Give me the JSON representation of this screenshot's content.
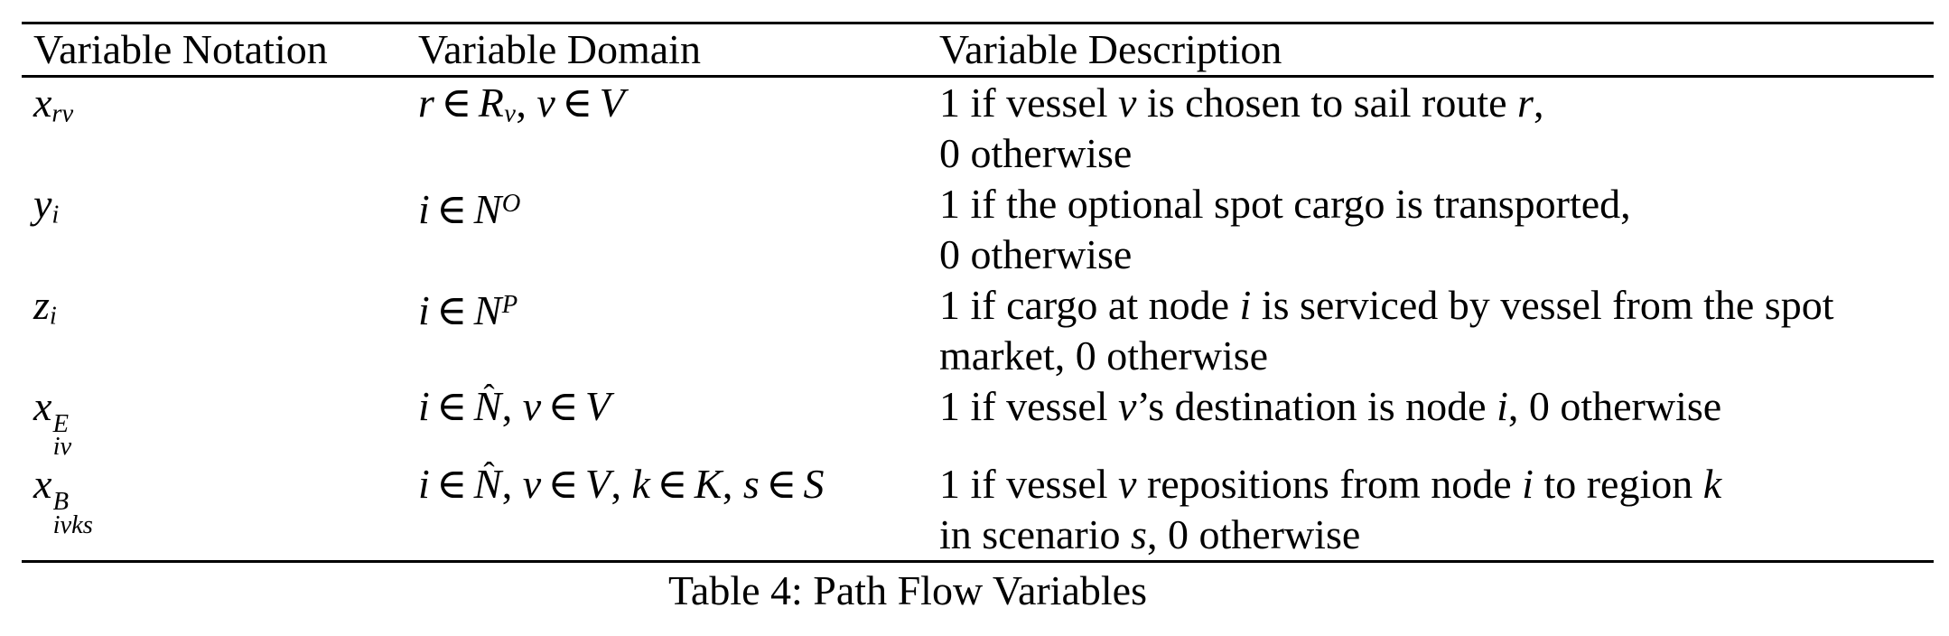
{
  "page": {
    "background": "#ffffff",
    "text_color": "#000000",
    "rule_color": "#000000"
  },
  "math": {
    "hat_glyph": "ˆ"
  },
  "table": {
    "headers": [
      "Variable Notation",
      "Variable Domain",
      "Variable Description"
    ],
    "rows": [
      {
        "notation": [
          {
            "t": "var",
            "s": "x",
            "sub": "rv"
          }
        ],
        "domain": [
          {
            "t": "var",
            "s": "r"
          },
          {
            "t": "rel",
            "s": "∈"
          },
          {
            "t": "cal",
            "s": "R",
            "sub": "v"
          },
          {
            "t": "text",
            "s": ", "
          },
          {
            "t": "var",
            "s": "v"
          },
          {
            "t": "rel",
            "s": "∈"
          },
          {
            "t": "cal",
            "s": "V"
          }
        ],
        "description": [
          [
            {
              "t": "text",
              "s": "1 if vessel "
            },
            {
              "t": "var",
              "s": "v"
            },
            {
              "t": "text",
              "s": " is chosen to sail route "
            },
            {
              "t": "var",
              "s": "r"
            },
            {
              "t": "text",
              "s": ","
            }
          ],
          [
            {
              "t": "text",
              "s": "0 otherwise"
            }
          ]
        ]
      },
      {
        "notation": [
          {
            "t": "var",
            "s": "y",
            "sub": "i"
          }
        ],
        "domain": [
          {
            "t": "var",
            "s": "i"
          },
          {
            "t": "rel",
            "s": "∈"
          },
          {
            "t": "cal",
            "s": "N",
            "sup": "O"
          }
        ],
        "description": [
          [
            {
              "t": "text",
              "s": "1 if the optional spot cargo is transported,"
            }
          ],
          [
            {
              "t": "text",
              "s": "0 otherwise"
            }
          ]
        ]
      },
      {
        "notation": [
          {
            "t": "var",
            "s": "z",
            "sub": "i"
          }
        ],
        "domain": [
          {
            "t": "var",
            "s": "i"
          },
          {
            "t": "rel",
            "s": "∈"
          },
          {
            "t": "cal",
            "s": "N",
            "sup": "P"
          }
        ],
        "description": [
          [
            {
              "t": "text",
              "s": "1 if cargo at node "
            },
            {
              "t": "var",
              "s": "i"
            },
            {
              "t": "text",
              "s": " is serviced by vessel from the spot"
            }
          ],
          [
            {
              "t": "text",
              "s": "market, 0 otherwise"
            }
          ]
        ]
      },
      {
        "notation": [
          {
            "t": "var",
            "s": "x",
            "stack": {
              "sup": "E",
              "sub": "iv"
            }
          }
        ],
        "domain": [
          {
            "t": "var",
            "s": "i"
          },
          {
            "t": "rel",
            "s": "∈"
          },
          {
            "t": "cal",
            "s": "N",
            "hat": true
          },
          {
            "t": "text",
            "s": ", "
          },
          {
            "t": "var",
            "s": "v"
          },
          {
            "t": "rel",
            "s": "∈"
          },
          {
            "t": "cal",
            "s": "V"
          }
        ],
        "description": [
          [
            {
              "t": "text",
              "s": "1 if vessel "
            },
            {
              "t": "var",
              "s": "v"
            },
            {
              "t": "text",
              "s": "’s destination is node "
            },
            {
              "t": "var",
              "s": "i"
            },
            {
              "t": "text",
              "s": ", 0 otherwise"
            }
          ]
        ]
      },
      {
        "notation": [
          {
            "t": "var",
            "s": "x",
            "stack": {
              "sup": "B",
              "sub": "ivks"
            }
          }
        ],
        "domain": [
          {
            "t": "var",
            "s": "i"
          },
          {
            "t": "rel",
            "s": "∈"
          },
          {
            "t": "cal",
            "s": "N",
            "hat": true
          },
          {
            "t": "text",
            "s": ", "
          },
          {
            "t": "var",
            "s": "v"
          },
          {
            "t": "rel",
            "s": "∈"
          },
          {
            "t": "cal",
            "s": "V"
          },
          {
            "t": "text",
            "s": ", "
          },
          {
            "t": "var",
            "s": "k"
          },
          {
            "t": "rel",
            "s": "∈"
          },
          {
            "t": "cal",
            "s": "K"
          },
          {
            "t": "text",
            "s": ", "
          },
          {
            "t": "var",
            "s": "s"
          },
          {
            "t": "rel",
            "s": "∈"
          },
          {
            "t": "cal",
            "s": "S"
          }
        ],
        "description": [
          [
            {
              "t": "text",
              "s": "1 if vessel "
            },
            {
              "t": "var",
              "s": "v"
            },
            {
              "t": "text",
              "s": " repositions from node "
            },
            {
              "t": "var",
              "s": "i"
            },
            {
              "t": "text",
              "s": " to region "
            },
            {
              "t": "var",
              "s": "k"
            }
          ],
          [
            {
              "t": "text",
              "s": "in scenario "
            },
            {
              "t": "var",
              "s": "s"
            },
            {
              "t": "text",
              "s": ", 0 otherwise"
            }
          ]
        ]
      }
    ],
    "caption": "Table 4: Path Flow Variables"
  }
}
